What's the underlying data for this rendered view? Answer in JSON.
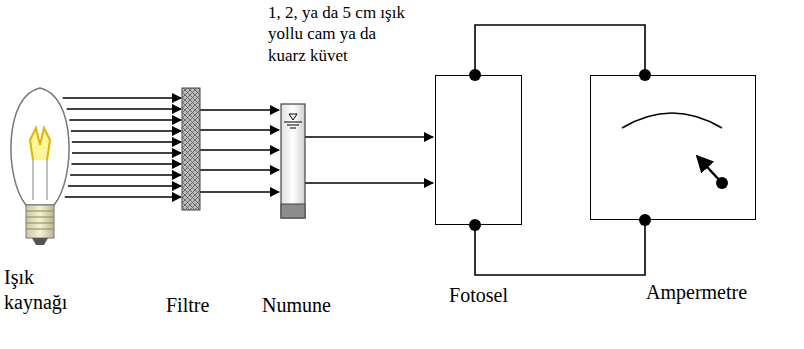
{
  "diagram": {
    "nodes": [
      {
        "text": [
          "Fotosel"
        ]
      },
      {
        "text": [
          "Ampermetre"
        ]
      }
    ],
    "edges": [
      {
        "from": 0,
        "to": 1,
        "arrow": "none"
      },
      {
        "from": 0,
        "to": 1,
        "arrow": "none"
      }
    ],
    "labels": [
      "1, 2, ya da 5 cm ışık yollu cam ya da kuarz küvet",
      "Işık kaynağı",
      "Filtre",
      "Numune"
    ]
  }
}
